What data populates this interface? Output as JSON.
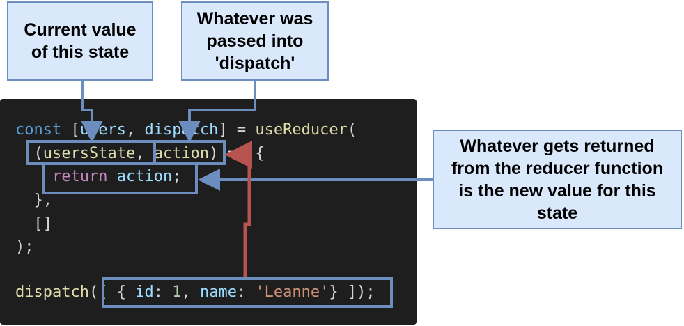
{
  "callouts": {
    "current_value": "Current value\nof this state",
    "dispatch_arg": "Whatever was\npassed into\n'dispatch'",
    "reducer_return": "Whatever gets returned\nfrom the reducer function\nis the new value for this\nstate"
  },
  "code": {
    "line1": {
      "kw_const": "const",
      "open_bracket": " [",
      "users": "users",
      "comma": ", ",
      "dispatch": "dispatch",
      "close_eq": "] = ",
      "use_reducer": "useReducer",
      "paren": "("
    },
    "line2": {
      "indent": "  (",
      "users_state": "usersState",
      "comma": ", ",
      "action": "action",
      "arrow": ") => {"
    },
    "line3": {
      "indent": "    ",
      "kw_return": "return",
      "space": " ",
      "action": "action",
      "semi": ";"
    },
    "line4": {
      "text": "  },"
    },
    "line5": {
      "text": "  []"
    },
    "line6": {
      "text": ");"
    },
    "line8": {
      "dispatch": "dispatch",
      "open": "([ { ",
      "id_key": "id",
      "colon1": ": ",
      "id_val": "1",
      "comma": ", ",
      "name_key": "name",
      "colon2": ": ",
      "name_val": "'Leanne'",
      "close": "} ]);"
    }
  },
  "colors": {
    "callout_fill": "#dae8fc",
    "callout_border": "#6c8ebf",
    "arrow_blue": "#6c8ebf",
    "arrow_red": "#b85450",
    "code_bg": "#1e1e1e"
  }
}
